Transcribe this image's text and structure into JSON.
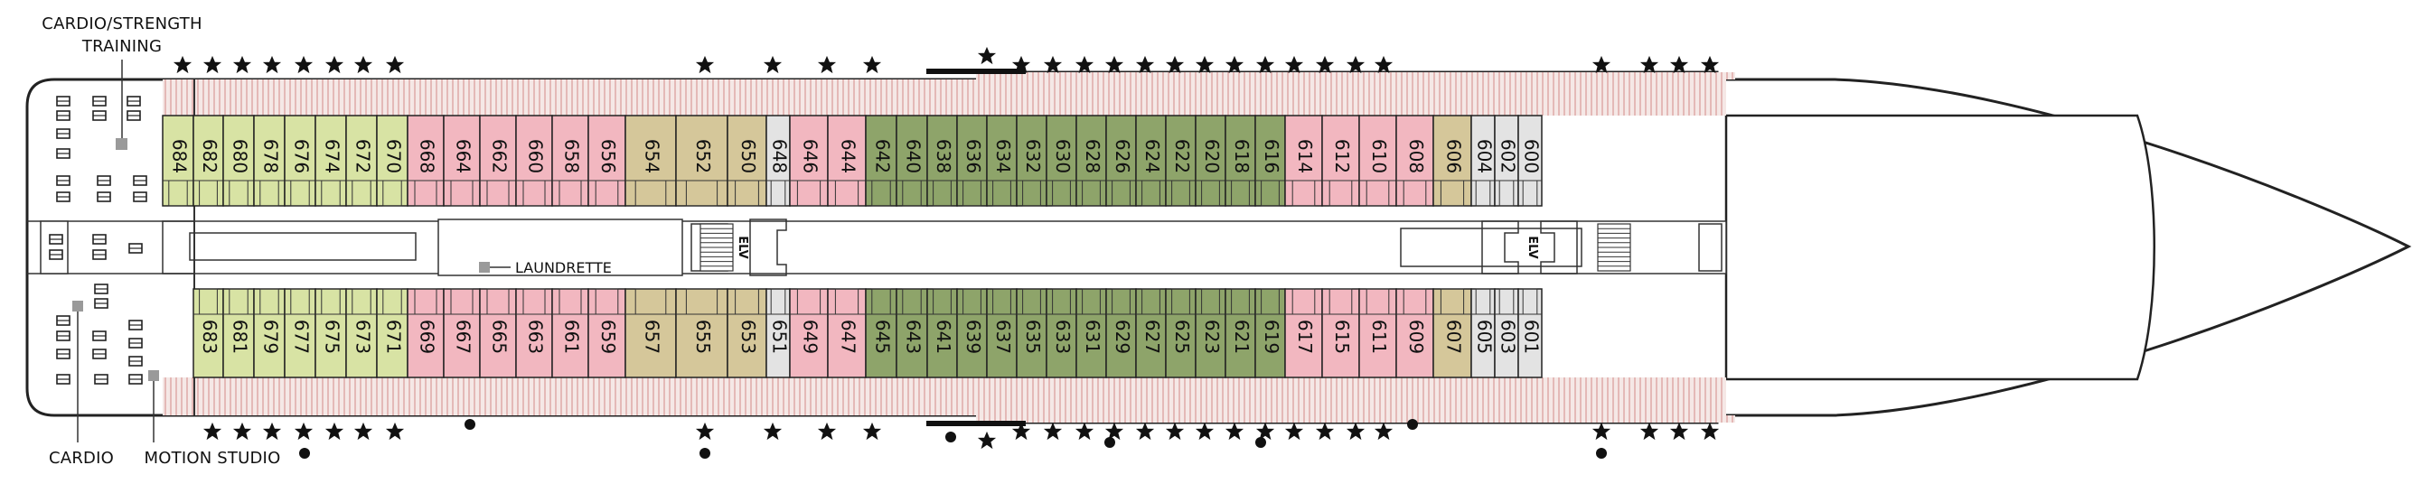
{
  "labels": {
    "cardio_strength_line1": "CARDIO/STRENGTH",
    "cardio_strength_line2": "TRAINING",
    "cardio": "CARDIO",
    "motion_studio": "MOTION STUDIO",
    "laundrette": "LAUNDRETTE",
    "elevator": "ELV"
  },
  "colors": {
    "green_light": "#d8e3a4",
    "green_dark": "#8ea46a",
    "pink": "#f2b7c0",
    "tan": "#d5c79a",
    "grey": "#e3e3e3",
    "hull": "#f3e4e2",
    "outline": "#222222"
  },
  "top_row": [
    {
      "n": "684",
      "c": "green_light"
    },
    {
      "n": "682",
      "c": "green_light"
    },
    {
      "n": "680",
      "c": "green_light"
    },
    {
      "n": "678",
      "c": "green_light"
    },
    {
      "n": "676",
      "c": "green_light"
    },
    {
      "n": "674",
      "c": "green_light"
    },
    {
      "n": "672",
      "c": "green_light"
    },
    {
      "n": "670",
      "c": "green_light"
    },
    {
      "n": "668",
      "c": "pink"
    },
    {
      "n": "664",
      "c": "pink"
    },
    {
      "n": "662",
      "c": "pink"
    },
    {
      "n": "660",
      "c": "pink"
    },
    {
      "n": "658",
      "c": "pink"
    },
    {
      "n": "656",
      "c": "pink"
    },
    {
      "n": "654",
      "c": "tan"
    },
    {
      "n": "652",
      "c": "tan"
    },
    {
      "n": "650",
      "c": "tan"
    },
    {
      "n": "648",
      "c": "grey"
    },
    {
      "n": "646",
      "c": "pink"
    },
    {
      "n": "644",
      "c": "pink"
    },
    {
      "n": "642",
      "c": "green_dark"
    },
    {
      "n": "640",
      "c": "green_dark"
    },
    {
      "n": "638",
      "c": "green_dark"
    },
    {
      "n": "636",
      "c": "green_dark"
    },
    {
      "n": "634",
      "c": "green_dark"
    },
    {
      "n": "632",
      "c": "green_dark"
    },
    {
      "n": "630",
      "c": "green_dark"
    },
    {
      "n": "628",
      "c": "green_dark"
    },
    {
      "n": "626",
      "c": "green_dark"
    },
    {
      "n": "624",
      "c": "green_dark"
    },
    {
      "n": "622",
      "c": "green_dark"
    },
    {
      "n": "620",
      "c": "green_dark"
    },
    {
      "n": "618",
      "c": "green_dark"
    },
    {
      "n": "616",
      "c": "green_dark"
    },
    {
      "n": "614",
      "c": "pink"
    },
    {
      "n": "612",
      "c": "pink"
    },
    {
      "n": "610",
      "c": "pink"
    },
    {
      "n": "608",
      "c": "pink"
    },
    {
      "n": "606",
      "c": "tan"
    },
    {
      "n": "604",
      "c": "grey"
    },
    {
      "n": "602",
      "c": "grey"
    },
    {
      "n": "600",
      "c": "grey"
    }
  ],
  "bottom_row": [
    {
      "n": "683",
      "c": "green_light"
    },
    {
      "n": "681",
      "c": "green_light"
    },
    {
      "n": "679",
      "c": "green_light"
    },
    {
      "n": "677",
      "c": "green_light"
    },
    {
      "n": "675",
      "c": "green_light"
    },
    {
      "n": "673",
      "c": "green_light"
    },
    {
      "n": "671",
      "c": "green_light"
    },
    {
      "n": "669",
      "c": "pink"
    },
    {
      "n": "667",
      "c": "pink"
    },
    {
      "n": "665",
      "c": "pink"
    },
    {
      "n": "663",
      "c": "pink"
    },
    {
      "n": "661",
      "c": "pink"
    },
    {
      "n": "659",
      "c": "pink"
    },
    {
      "n": "657",
      "c": "tan"
    },
    {
      "n": "655",
      "c": "tan"
    },
    {
      "n": "653",
      "c": "tan"
    },
    {
      "n": "651",
      "c": "grey"
    },
    {
      "n": "649",
      "c": "pink"
    },
    {
      "n": "647",
      "c": "pink"
    },
    {
      "n": "645",
      "c": "green_dark"
    },
    {
      "n": "643",
      "c": "green_dark"
    },
    {
      "n": "641",
      "c": "green_dark"
    },
    {
      "n": "639",
      "c": "green_dark"
    },
    {
      "n": "637",
      "c": "green_dark"
    },
    {
      "n": "635",
      "c": "green_dark"
    },
    {
      "n": "633",
      "c": "green_dark"
    },
    {
      "n": "631",
      "c": "green_dark"
    },
    {
      "n": "629",
      "c": "green_dark"
    },
    {
      "n": "627",
      "c": "green_dark"
    },
    {
      "n": "625",
      "c": "green_dark"
    },
    {
      "n": "623",
      "c": "green_dark"
    },
    {
      "n": "621",
      "c": "green_dark"
    },
    {
      "n": "619",
      "c": "green_dark"
    },
    {
      "n": "617",
      "c": "pink"
    },
    {
      "n": "615",
      "c": "pink"
    },
    {
      "n": "611",
      "c": "pink"
    },
    {
      "n": "609",
      "c": "pink"
    },
    {
      "n": "607",
      "c": "tan"
    },
    {
      "n": "605",
      "c": "grey"
    },
    {
      "n": "603",
      "c": "grey"
    },
    {
      "n": "601",
      "c": "grey"
    }
  ],
  "icons": {
    "star": "star-icon",
    "dot": "dot-icon",
    "elevator": "elevator-icon",
    "stairs": "stairs-icon",
    "fitness": "fitness-equipment-icon",
    "marker": "square-marker-icon"
  }
}
